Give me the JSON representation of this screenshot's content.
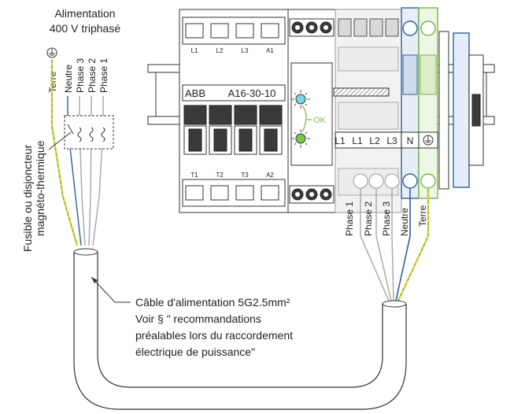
{
  "supply": {
    "title_line1": "Alimentation",
    "title_line2": "400 V triphasé"
  },
  "left_wires": {
    "terre": "Terre",
    "neutre": "Neutre",
    "phase3": "Phase 3",
    "phase2": "Phase 2",
    "phase1": "Phase 1"
  },
  "breaker": {
    "line1": "Fusible ou disjoncteur",
    "line2": "magnéto-thermique"
  },
  "contactor": {
    "brand": "ABB",
    "model": "A16-30-10",
    "top_terminals": [
      "L1",
      "L2",
      "L3",
      "A1"
    ],
    "bottom_terminals": [
      "T1",
      "T2",
      "T3",
      "A2"
    ]
  },
  "indicator": {
    "ok_label": "OK"
  },
  "terminal_block": {
    "labels": [
      "L1",
      "L1",
      "L2",
      "L3",
      "N"
    ]
  },
  "right_wires": {
    "phase1": "Phase 1",
    "phase2": "Phase 2",
    "phase3": "Phase 3",
    "neutre": "Neutre",
    "terre": "Terre"
  },
  "cable_note": {
    "line1": "Câble d'alimentation 5G2.5mm²",
    "line2": "Voir § \" recommandations",
    "line3": "préalables lors du raccordement",
    "line4": "électrique de puissance\""
  },
  "colors": {
    "earth_green": "#7ab648",
    "earth_yellow": "#e3d33a",
    "neutral_blue": "#2f5f9e",
    "phase_grey": "#a6a6a6",
    "led_blue": "#7fd3e6",
    "led_green": "#7ec64a"
  }
}
